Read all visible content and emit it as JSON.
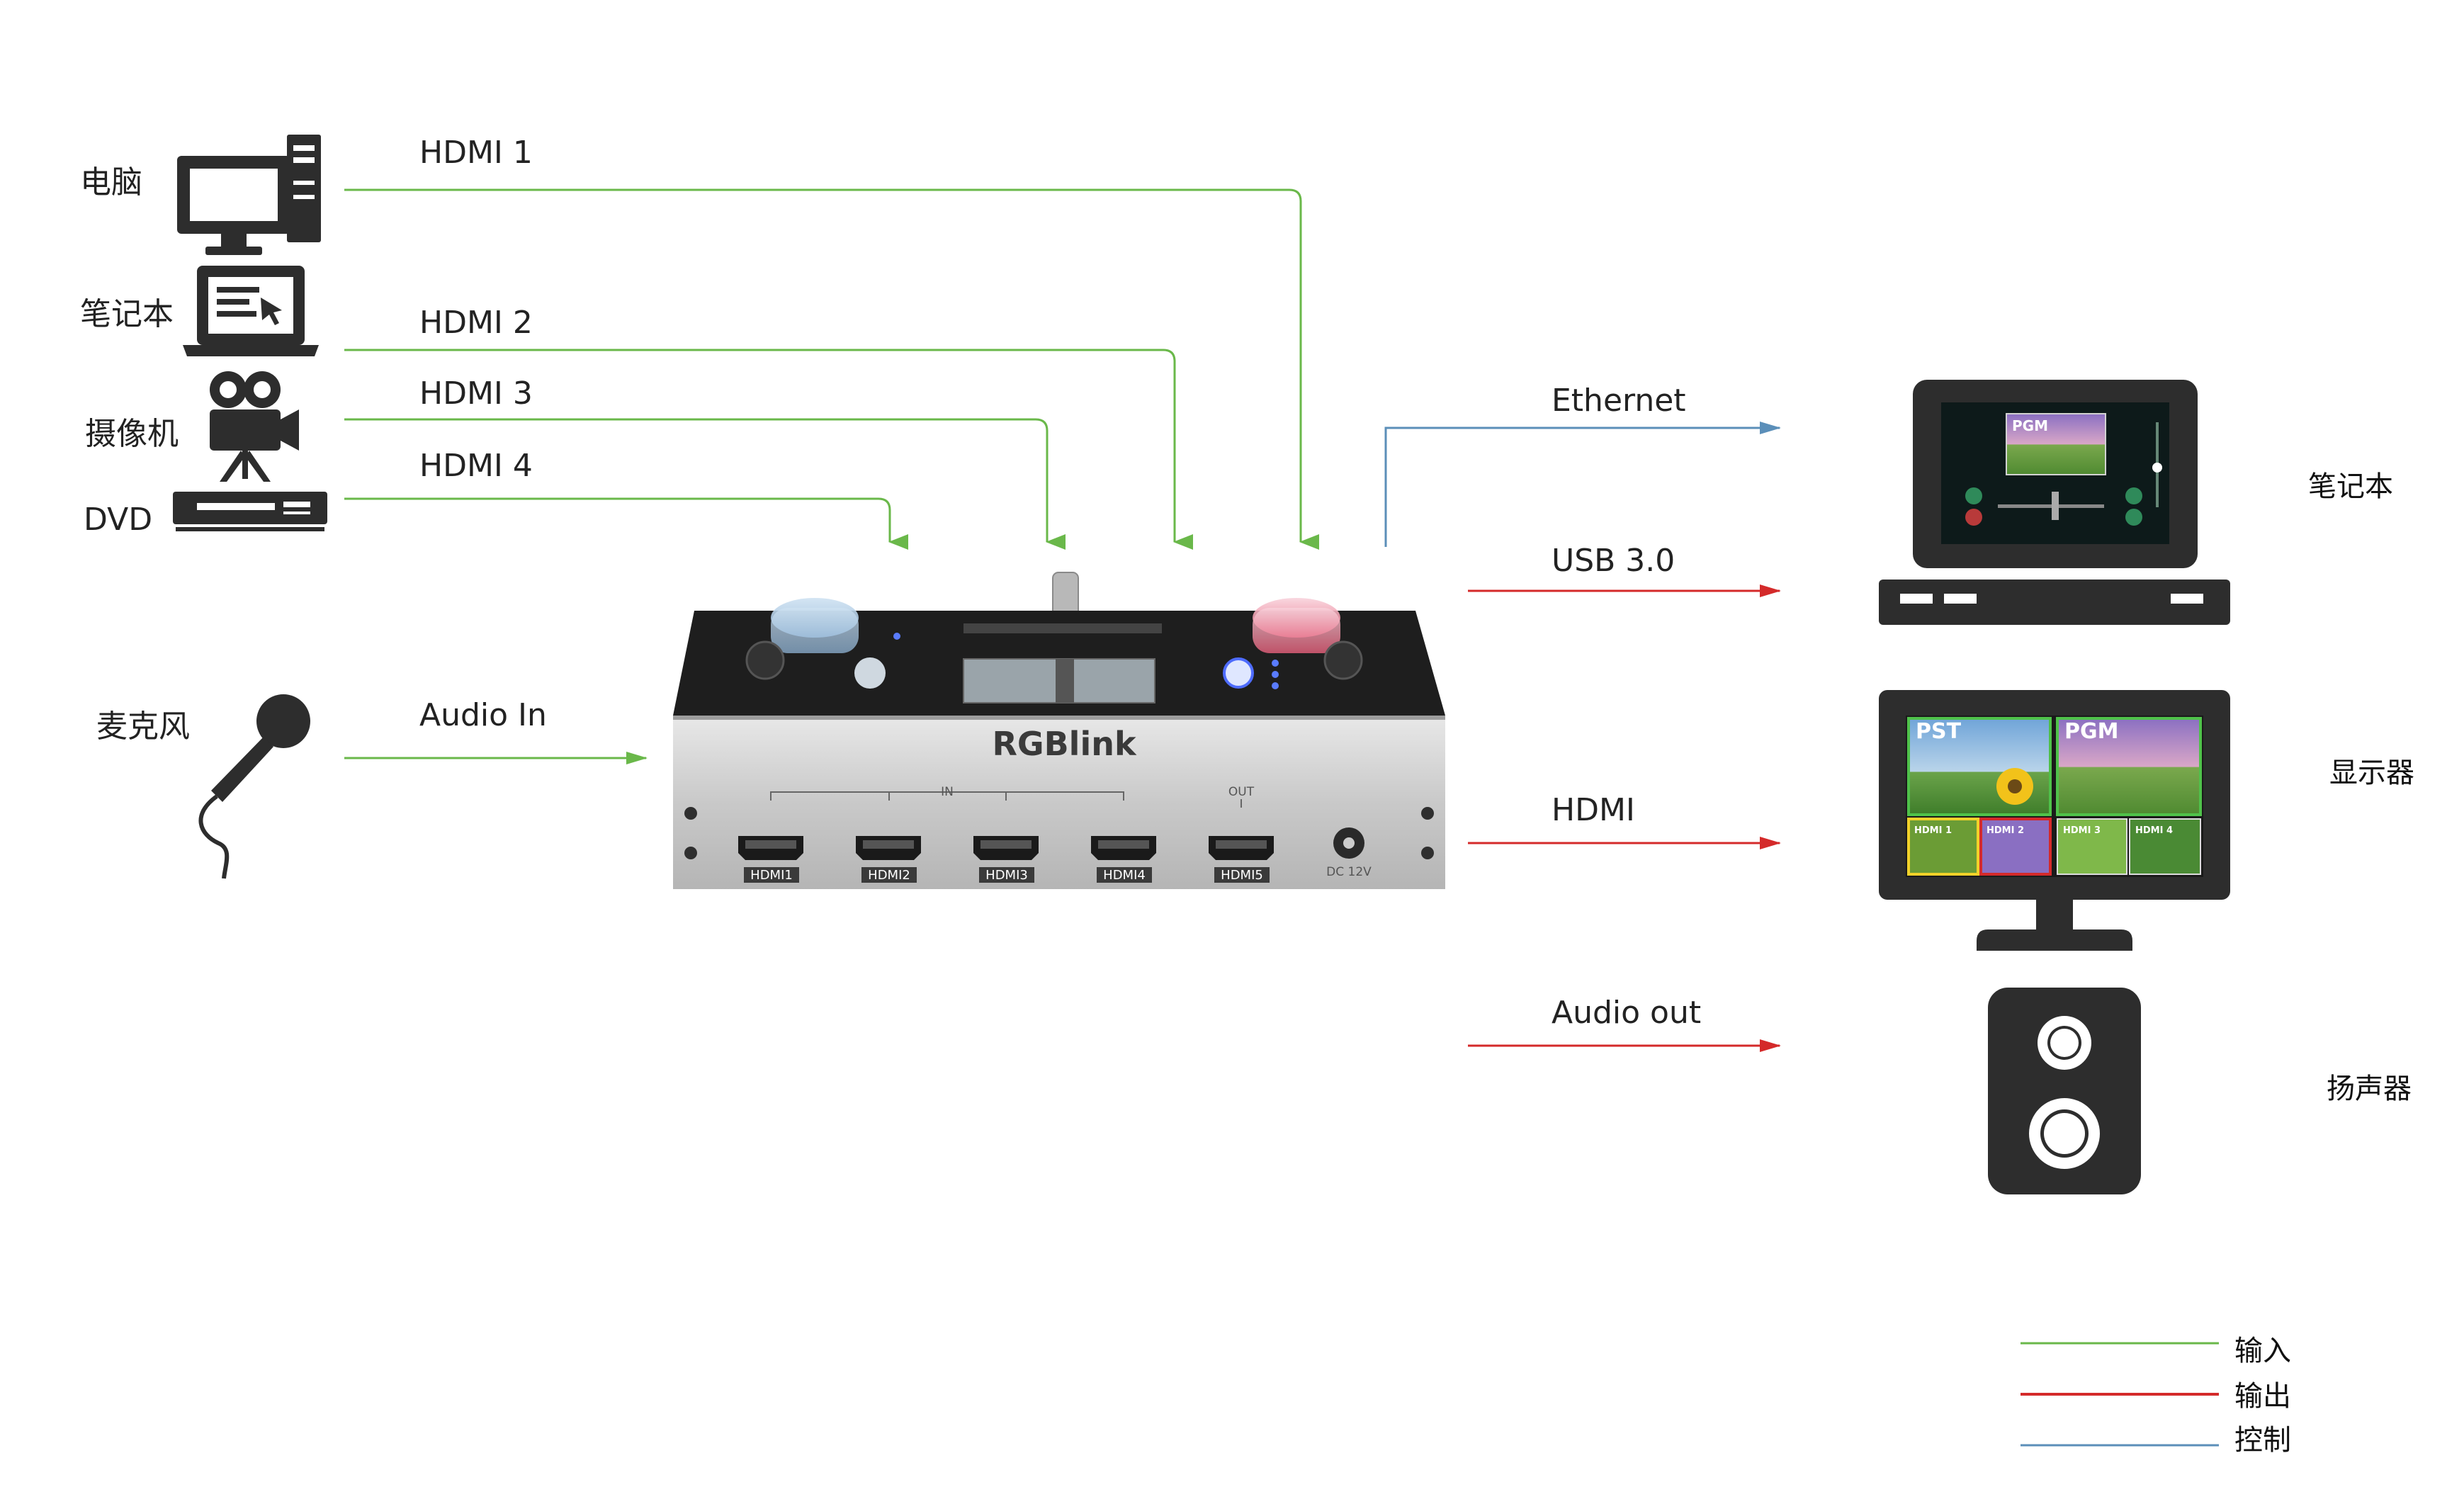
{
  "colors": {
    "input": "#6ab84a",
    "output": "#d42a2a",
    "control": "#5b8fb9",
    "icon": "#2d2d2d"
  },
  "sources": [
    {
      "id": "pc",
      "label": "电脑",
      "icon": "desktop-computer-icon"
    },
    {
      "id": "laptop",
      "label": "笔记本",
      "icon": "laptop-icon"
    },
    {
      "id": "camera",
      "label": "摄像机",
      "icon": "video-camera-icon"
    },
    {
      "id": "dvd",
      "label": "DVD",
      "icon": "dvd-player-icon"
    },
    {
      "id": "mic",
      "label": "麦克风",
      "icon": "microphone-icon"
    }
  ],
  "input_links": [
    {
      "label": "HDMI 1",
      "from": "pc"
    },
    {
      "label": "HDMI 2",
      "from": "laptop"
    },
    {
      "label": "HDMI 3",
      "from": "camera"
    },
    {
      "label": "HDMI 4",
      "from": "dvd"
    },
    {
      "label": "Audio In",
      "from": "mic"
    }
  ],
  "output_links": [
    {
      "label": "Ethernet",
      "type": "control",
      "to": "laptop"
    },
    {
      "label": "USB 3.0",
      "type": "output",
      "to": "laptop"
    },
    {
      "label": "HDMI",
      "type": "output",
      "to": "monitor"
    },
    {
      "label": "Audio out",
      "type": "output",
      "to": "speaker"
    }
  ],
  "destinations": [
    {
      "id": "laptop",
      "label": "笔记本",
      "icon": "laptop-icon"
    },
    {
      "id": "monitor",
      "label": "显示器",
      "icon": "monitor-icon"
    },
    {
      "id": "speaker",
      "label": "扬声器",
      "icon": "speaker-icon"
    }
  ],
  "device": {
    "brand": "RGBlink",
    "in_label": "IN",
    "out_label": "OUT",
    "ports": [
      "HDMI1",
      "HDMI2",
      "HDMI3",
      "HDMI4",
      "HDMI5"
    ],
    "power_label": "DC 12V"
  },
  "screens": {
    "laptop_screen": "PGM",
    "pst": "PST",
    "pgm": "PGM",
    "thumbs": [
      "HDMI 1",
      "HDMI 2",
      "HDMI 3",
      "HDMI 4"
    ]
  },
  "legend": [
    {
      "label": "输入",
      "type": "input"
    },
    {
      "label": "输出",
      "type": "output"
    },
    {
      "label": "控制",
      "type": "control"
    }
  ]
}
